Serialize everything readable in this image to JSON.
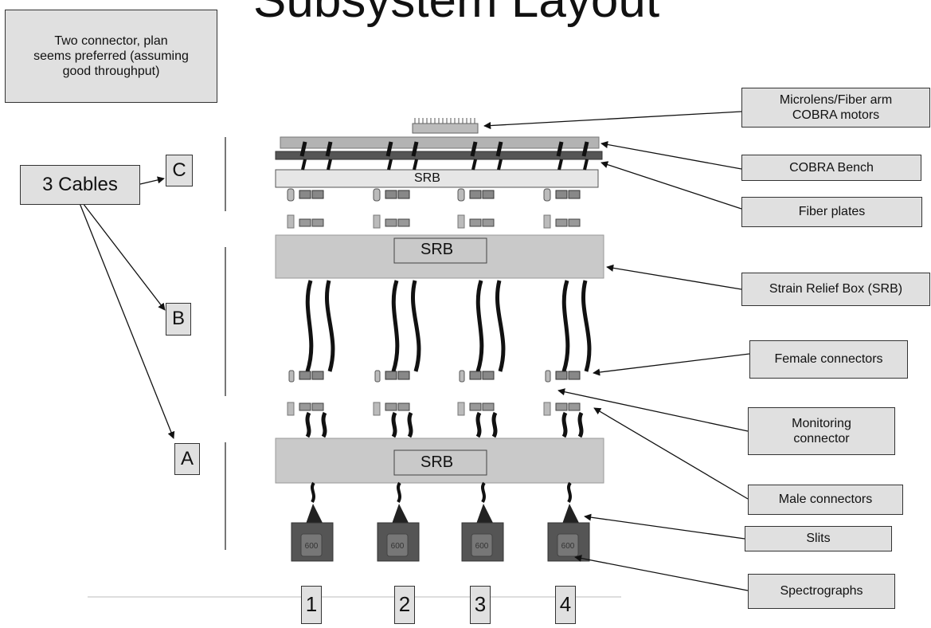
{
  "title": "Subsystem Layout",
  "note": "Two connector, plan\nseems preferred (assuming\ngood throughput)",
  "cables_label": "3 Cables",
  "zones": {
    "c": "C",
    "b": "B",
    "a": "A"
  },
  "srb": {
    "top": "SRB",
    "middle": "SRB",
    "bottom": "SRB"
  },
  "callouts": {
    "microlens": "Microlens/Fiber arm\nCOBRA motors",
    "bench": "COBRA Bench",
    "fiber_plates": "Fiber plates",
    "srb_box": "Strain Relief Box (SRB)",
    "female": "Female connectors",
    "monitoring": "Monitoring\nconnector",
    "male": "Male connectors",
    "slits": "Slits",
    "spectrographs": "Spectrographs"
  },
  "spectrograph_numbers": [
    "1",
    "2",
    "3",
    "4"
  ],
  "spectrograph_badge": "600",
  "colors": {
    "box_fill": "#e0e0e0",
    "srb_fill": "#c9c9c9",
    "cable": "#111111",
    "spectrograph": "#555555"
  }
}
